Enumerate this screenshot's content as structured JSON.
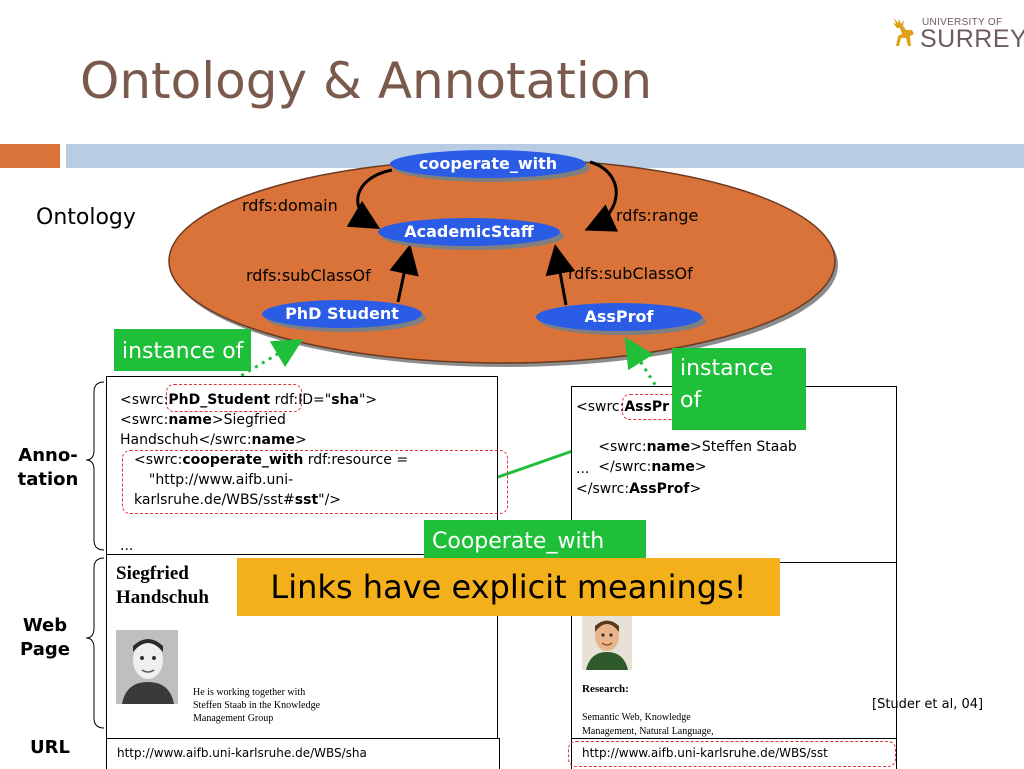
{
  "slide": {
    "title": "Ontology & Annotation",
    "logo": {
      "line1": "UNIVERSITY OF",
      "line2": "SURREY"
    }
  },
  "ontology": {
    "label": "Ontology",
    "nodes": {
      "cooperate_with": "cooperate_with",
      "academic_staff": "AcademicStaff",
      "phd_student": "PhD Student",
      "assprof": "AssProf"
    },
    "edges": {
      "domain": "rdfs:domain",
      "range": "rdfs:range",
      "subclass_left": "rdfs:subClassOf",
      "subclass_right": "rdfs:subClassOf"
    }
  },
  "row_labels": {
    "annotation": "Anno-\ntation",
    "web_page": "Web\nPage",
    "url": "URL"
  },
  "left_annotation": {
    "line1_pre": "<swrc:",
    "line1_bold": "PhD_Student",
    "line1_mid": " rdf:ID=\"",
    "line1_bold2": "sha",
    "line1_post": "\">",
    "line2_pre": " <swrc:",
    "line2_bold": "name",
    "line2_post": ">Siegfried",
    "line3_pre": "Handschuh</swrc:",
    "line3_bold": "name",
    "line3_post": ">",
    "line4_pre": "<swrc:",
    "line4_bold": "cooperate_with",
    "line4_post": " rdf:resource =",
    "line5": "  \"http://www.aifb.uni-",
    "line6_pre": "karlsruhe.de/WBS/sst#",
    "line6_bold": "sst",
    "line6_post": "\"/>",
    "line7": "..."
  },
  "right_annotation": {
    "line1_pre": "<swrc:",
    "line1_bold": "AssPr",
    "line2_pre": "   <swrc:",
    "line2_bold": "name",
    "line2_post": ">Steffen Staab",
    "line3_pre": "   </swrc:",
    "line3_bold": "name",
    "line3_post": ">",
    "line4": "...",
    "line5_pre": "</swrc:",
    "line5_bold": "AssProf",
    "line5_post": ">"
  },
  "left_webpage": {
    "name_line1": "Siegfried",
    "name_line2": "Handschuh",
    "caption_line1": "He is working together with",
    "caption_line2": "Steffen Staab in the Knowledge",
    "caption_line3": "Management Group"
  },
  "right_webpage": {
    "research_heading": "Research:",
    "research_line1": "Semantic Web, Knowledge",
    "research_line2": "Management, Natural Language,"
  },
  "urls": {
    "left": "http://www.aifb.uni-karlsruhe.de/WBS/sha",
    "right": "http://www.aifb.uni-karlsruhe.de/WBS/sst"
  },
  "callouts": {
    "instance_of_left": "instance of",
    "instance_of_right_line1": "instance",
    "instance_of_right_line2": "of",
    "cooperate_with": "Cooperate_with",
    "banner": "Links have explicit meanings!"
  },
  "citation": "[Studer et al, 04]",
  "colors": {
    "title": "#7a5a4d",
    "orange_bar": "#d9733a",
    "blue_bar": "#b8cce4",
    "ellipse": "#d9733a",
    "node_blue": "#2b5ce6",
    "green": "#1fbf3a",
    "banner_bg": "#f4b01a",
    "dashed_red": "#e0333a"
  }
}
